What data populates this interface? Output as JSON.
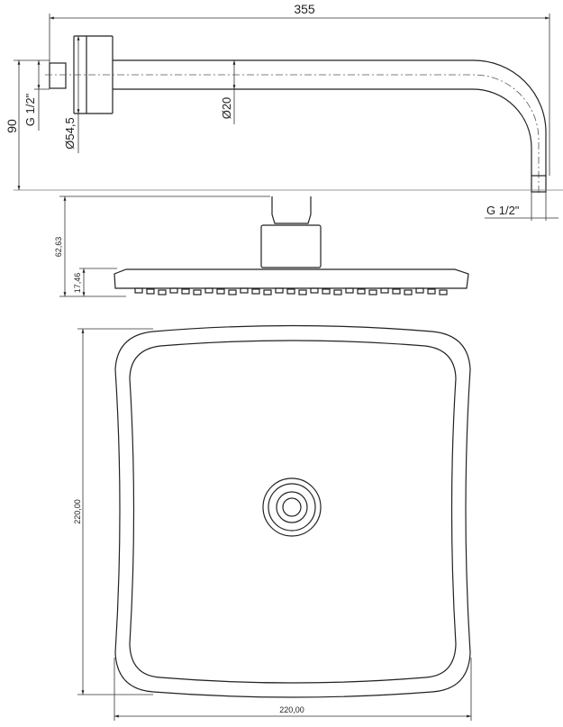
{
  "top_view": {
    "length": "355",
    "height": "90",
    "thread_left": "G 1/2\"",
    "flange_diameter": "Ø54,5",
    "pipe_diameter": "Ø20",
    "thread_right": "G 1/2\""
  },
  "side_view": {
    "total_height": "62,63",
    "head_height": "17,46"
  },
  "plan_view": {
    "height": "220,00",
    "width": "220,00"
  }
}
